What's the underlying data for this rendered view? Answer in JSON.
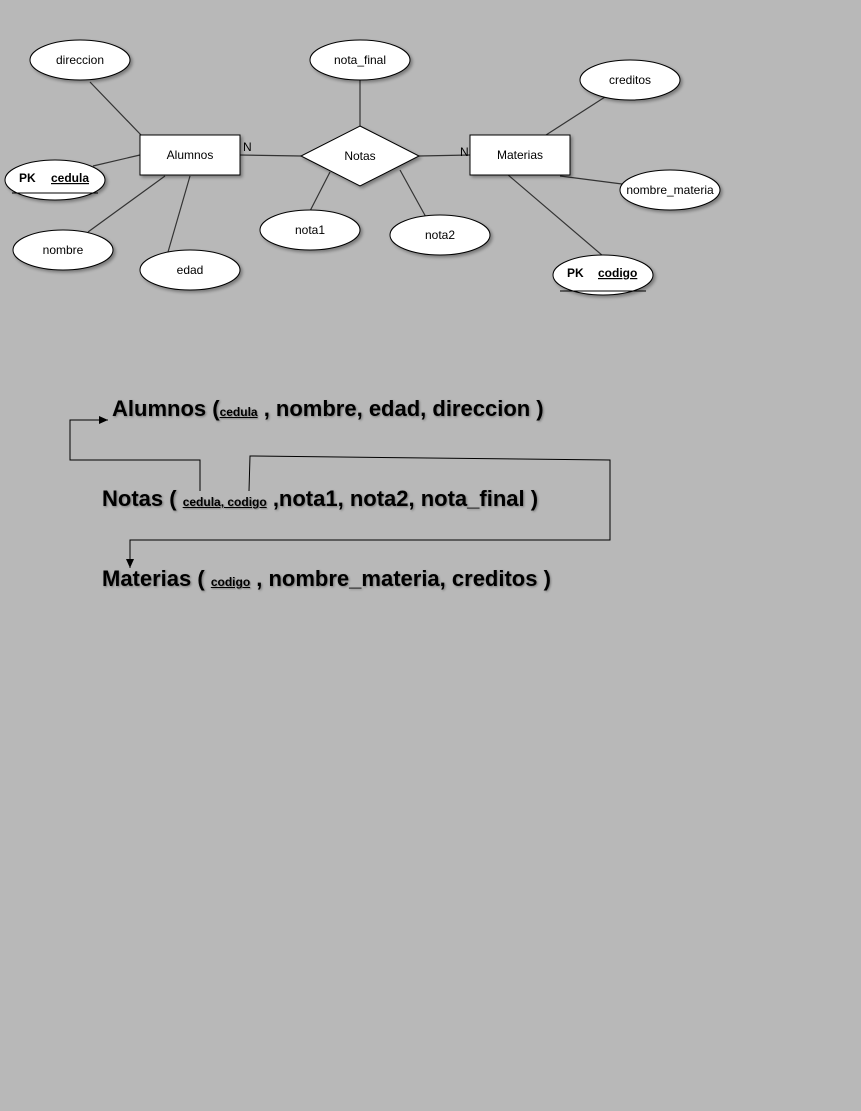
{
  "er_diagram": {
    "entities": {
      "alumnos": "Alumnos",
      "materias": "Materias"
    },
    "relationship": "Notas",
    "cardinality_left": "N",
    "cardinality_right": "N",
    "attributes": {
      "direccion": "direccion",
      "cedula_pk": "PK",
      "cedula": "cedula",
      "nombre": "nombre",
      "edad": "edad",
      "nota_final": "nota_final",
      "nota1": "nota1",
      "nota2": "nota2",
      "creditos": "creditos",
      "nombre_materia": "nombre_materia",
      "codigo_pk": "PK",
      "codigo": "codigo"
    }
  },
  "relational_schema": {
    "alumnos": {
      "name": "Alumnos (",
      "key": "cedula",
      "rest": " , nombre, edad, direccion )"
    },
    "notas": {
      "name": "Notas ( ",
      "key": "cedula, codigo",
      "rest": " ,nota1, nota2, nota_final )"
    },
    "materias": {
      "name": "Materias ( ",
      "key": "codigo",
      "rest": " , nombre_materia, creditos )"
    }
  }
}
